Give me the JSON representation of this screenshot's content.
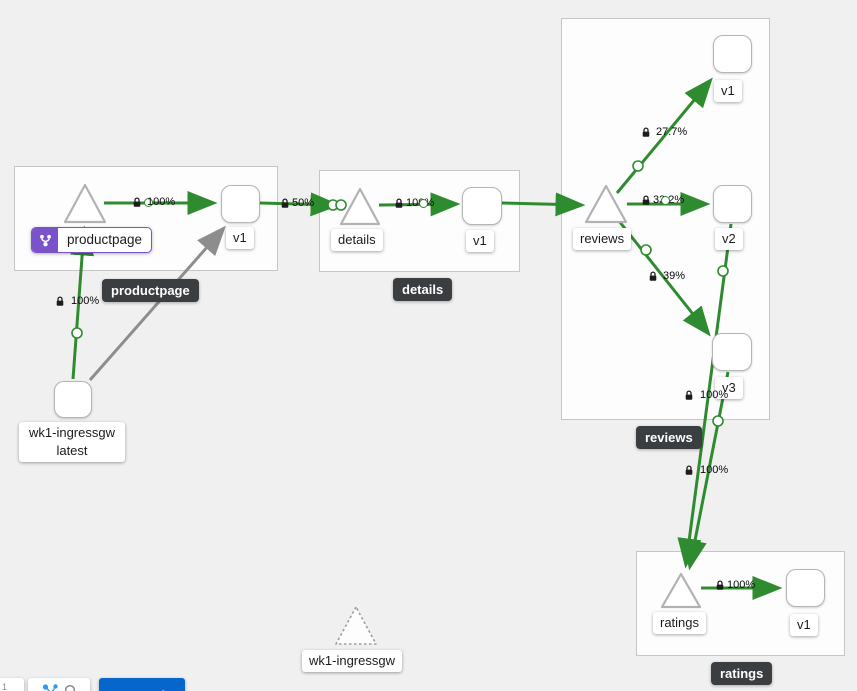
{
  "colors": {
    "edge_healthy": "#2f8b2f",
    "edge_unknown": "#8d8d8d",
    "background": "#f0f0f0",
    "tooltip_bg": "#3b3e41",
    "badge_purple": "#7a52cc",
    "legend_blue": "#0666cc"
  },
  "boxes": {
    "productpage": {
      "tooltip": "productpage"
    },
    "details": {
      "tooltip": "details"
    },
    "reviews": {
      "tooltip": "reviews"
    },
    "ratings": {
      "tooltip": "ratings"
    }
  },
  "nodes": {
    "productpage_service": {
      "label": "productpage"
    },
    "productpage_v1": {
      "label": "v1"
    },
    "details_service": {
      "label": "details"
    },
    "details_v1": {
      "label": "v1"
    },
    "reviews_service": {
      "label": "reviews"
    },
    "reviews_v1": {
      "label": "v1"
    },
    "reviews_v2": {
      "label": "v2"
    },
    "reviews_v3": {
      "label": "v3"
    },
    "ratings_service": {
      "label": "ratings"
    },
    "ratings_v1": {
      "label": "v1"
    },
    "ingress_workload": {
      "label": "wk1-ingressgw",
      "version": "latest"
    },
    "idle_service": {
      "label": "wk1-ingressgw"
    }
  },
  "edge_labels": {
    "ingress_to_productpage": "100%",
    "productpage_to_v1": "100%",
    "productpage_v1_to_details": "50%",
    "details_to_v1": "100%",
    "reviews_to_v1": "27.7%",
    "reviews_to_v2": "33.2%",
    "reviews_to_v3": "39%",
    "reviews_v2_to_ratings": "100%",
    "reviews_v3_to_ratings": "100%",
    "ratings_to_v1": "100%"
  },
  "toolbar": {
    "legend_label": "Legend"
  }
}
